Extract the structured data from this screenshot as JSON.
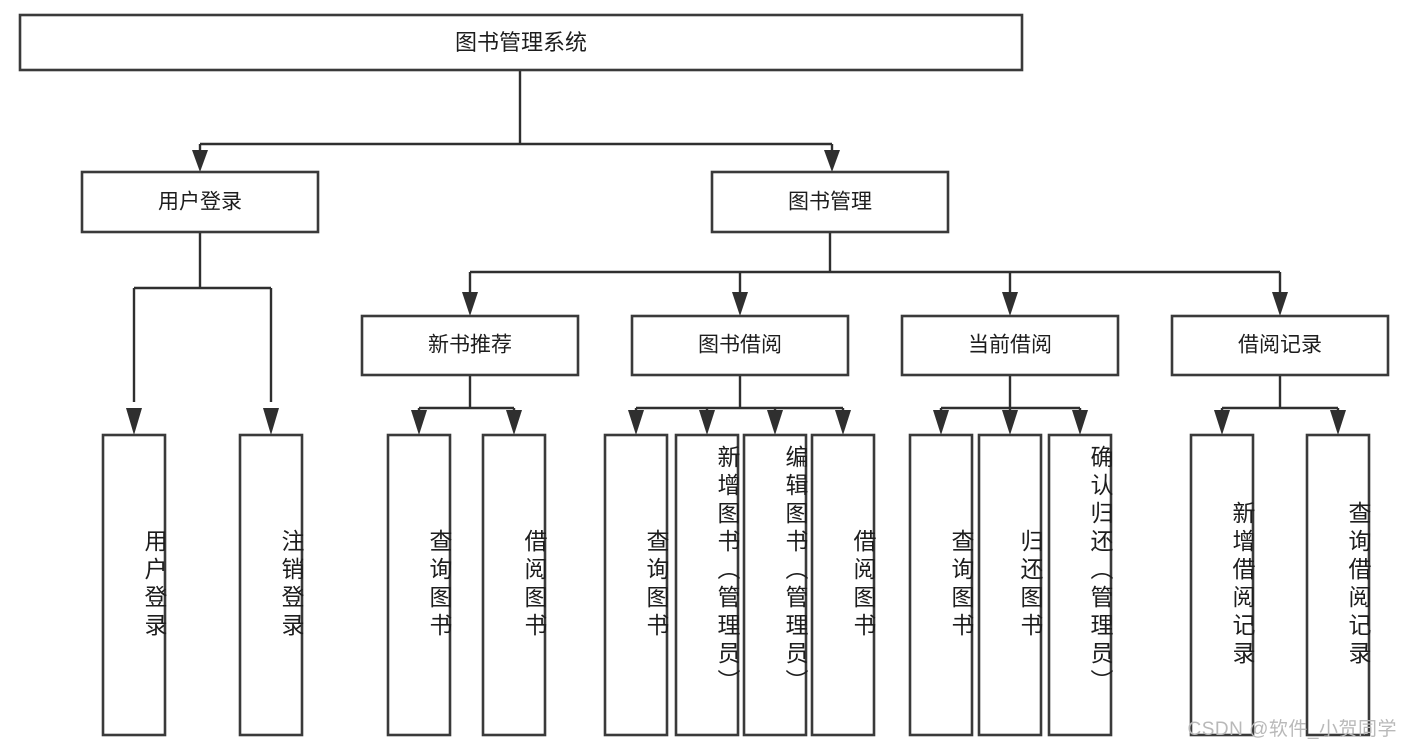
{
  "diagram": {
    "type": "tree",
    "title": "图书管理系统",
    "root": {
      "id": "root",
      "label": "图书管理系统",
      "orientation": "horizontal"
    },
    "level2": [
      {
        "id": "user-login",
        "label": "用户登录",
        "orientation": "horizontal"
      },
      {
        "id": "book-manage",
        "label": "图书管理",
        "orientation": "horizontal"
      }
    ],
    "level3": [
      {
        "id": "new-book-recommend",
        "label": "新书推荐",
        "orientation": "horizontal",
        "parent": "book-manage"
      },
      {
        "id": "book-borrow",
        "label": "图书借阅",
        "orientation": "horizontal",
        "parent": "book-manage"
      },
      {
        "id": "current-borrow",
        "label": "当前借阅",
        "orientation": "horizontal",
        "parent": "book-manage"
      },
      {
        "id": "borrow-record",
        "label": "借阅记录",
        "orientation": "horizontal",
        "parent": "book-manage"
      }
    ],
    "leaves": [
      {
        "id": "leaf-user-login",
        "label": "用户登录",
        "orientation": "vertical",
        "parent": "user-login"
      },
      {
        "id": "leaf-user-logout",
        "label": "注销登录",
        "orientation": "vertical",
        "parent": "user-login"
      },
      {
        "id": "leaf-query-book-1",
        "label": "查询图书",
        "orientation": "vertical",
        "parent": "new-book-recommend"
      },
      {
        "id": "leaf-borrow-book-1",
        "label": "借阅图书",
        "orientation": "vertical",
        "parent": "new-book-recommend"
      },
      {
        "id": "leaf-query-book-2",
        "label": "查询图书",
        "orientation": "vertical",
        "parent": "book-borrow"
      },
      {
        "id": "leaf-add-book",
        "label": "新增图书（管理员）",
        "orientation": "vertical",
        "parent": "book-borrow"
      },
      {
        "id": "leaf-edit-book",
        "label": "编辑图书（管理员）",
        "orientation": "vertical",
        "parent": "book-borrow"
      },
      {
        "id": "leaf-borrow-book-2",
        "label": "借阅图书",
        "orientation": "vertical",
        "parent": "book-borrow"
      },
      {
        "id": "leaf-query-book-3",
        "label": "查询图书",
        "orientation": "vertical",
        "parent": "current-borrow"
      },
      {
        "id": "leaf-return-book",
        "label": "归还图书",
        "orientation": "vertical",
        "parent": "current-borrow"
      },
      {
        "id": "leaf-confirm-return",
        "label": "确认归还（管理员）",
        "orientation": "vertical",
        "parent": "current-borrow"
      },
      {
        "id": "leaf-add-record",
        "label": "新增借阅记录",
        "orientation": "vertical",
        "parent": "borrow-record"
      },
      {
        "id": "leaf-query-record",
        "label": "查询借阅记录",
        "orientation": "vertical",
        "parent": "borrow-record"
      }
    ],
    "colors": {
      "box_stroke": "#3a3a3a",
      "box_fill": "#ffffff",
      "edge": "#2f2f2f",
      "text": "#1d1d1d",
      "background": "#ffffff",
      "watermark": "#b9b9b9"
    }
  },
  "watermark": {
    "text": "CSDN @软件_小贺同学"
  }
}
